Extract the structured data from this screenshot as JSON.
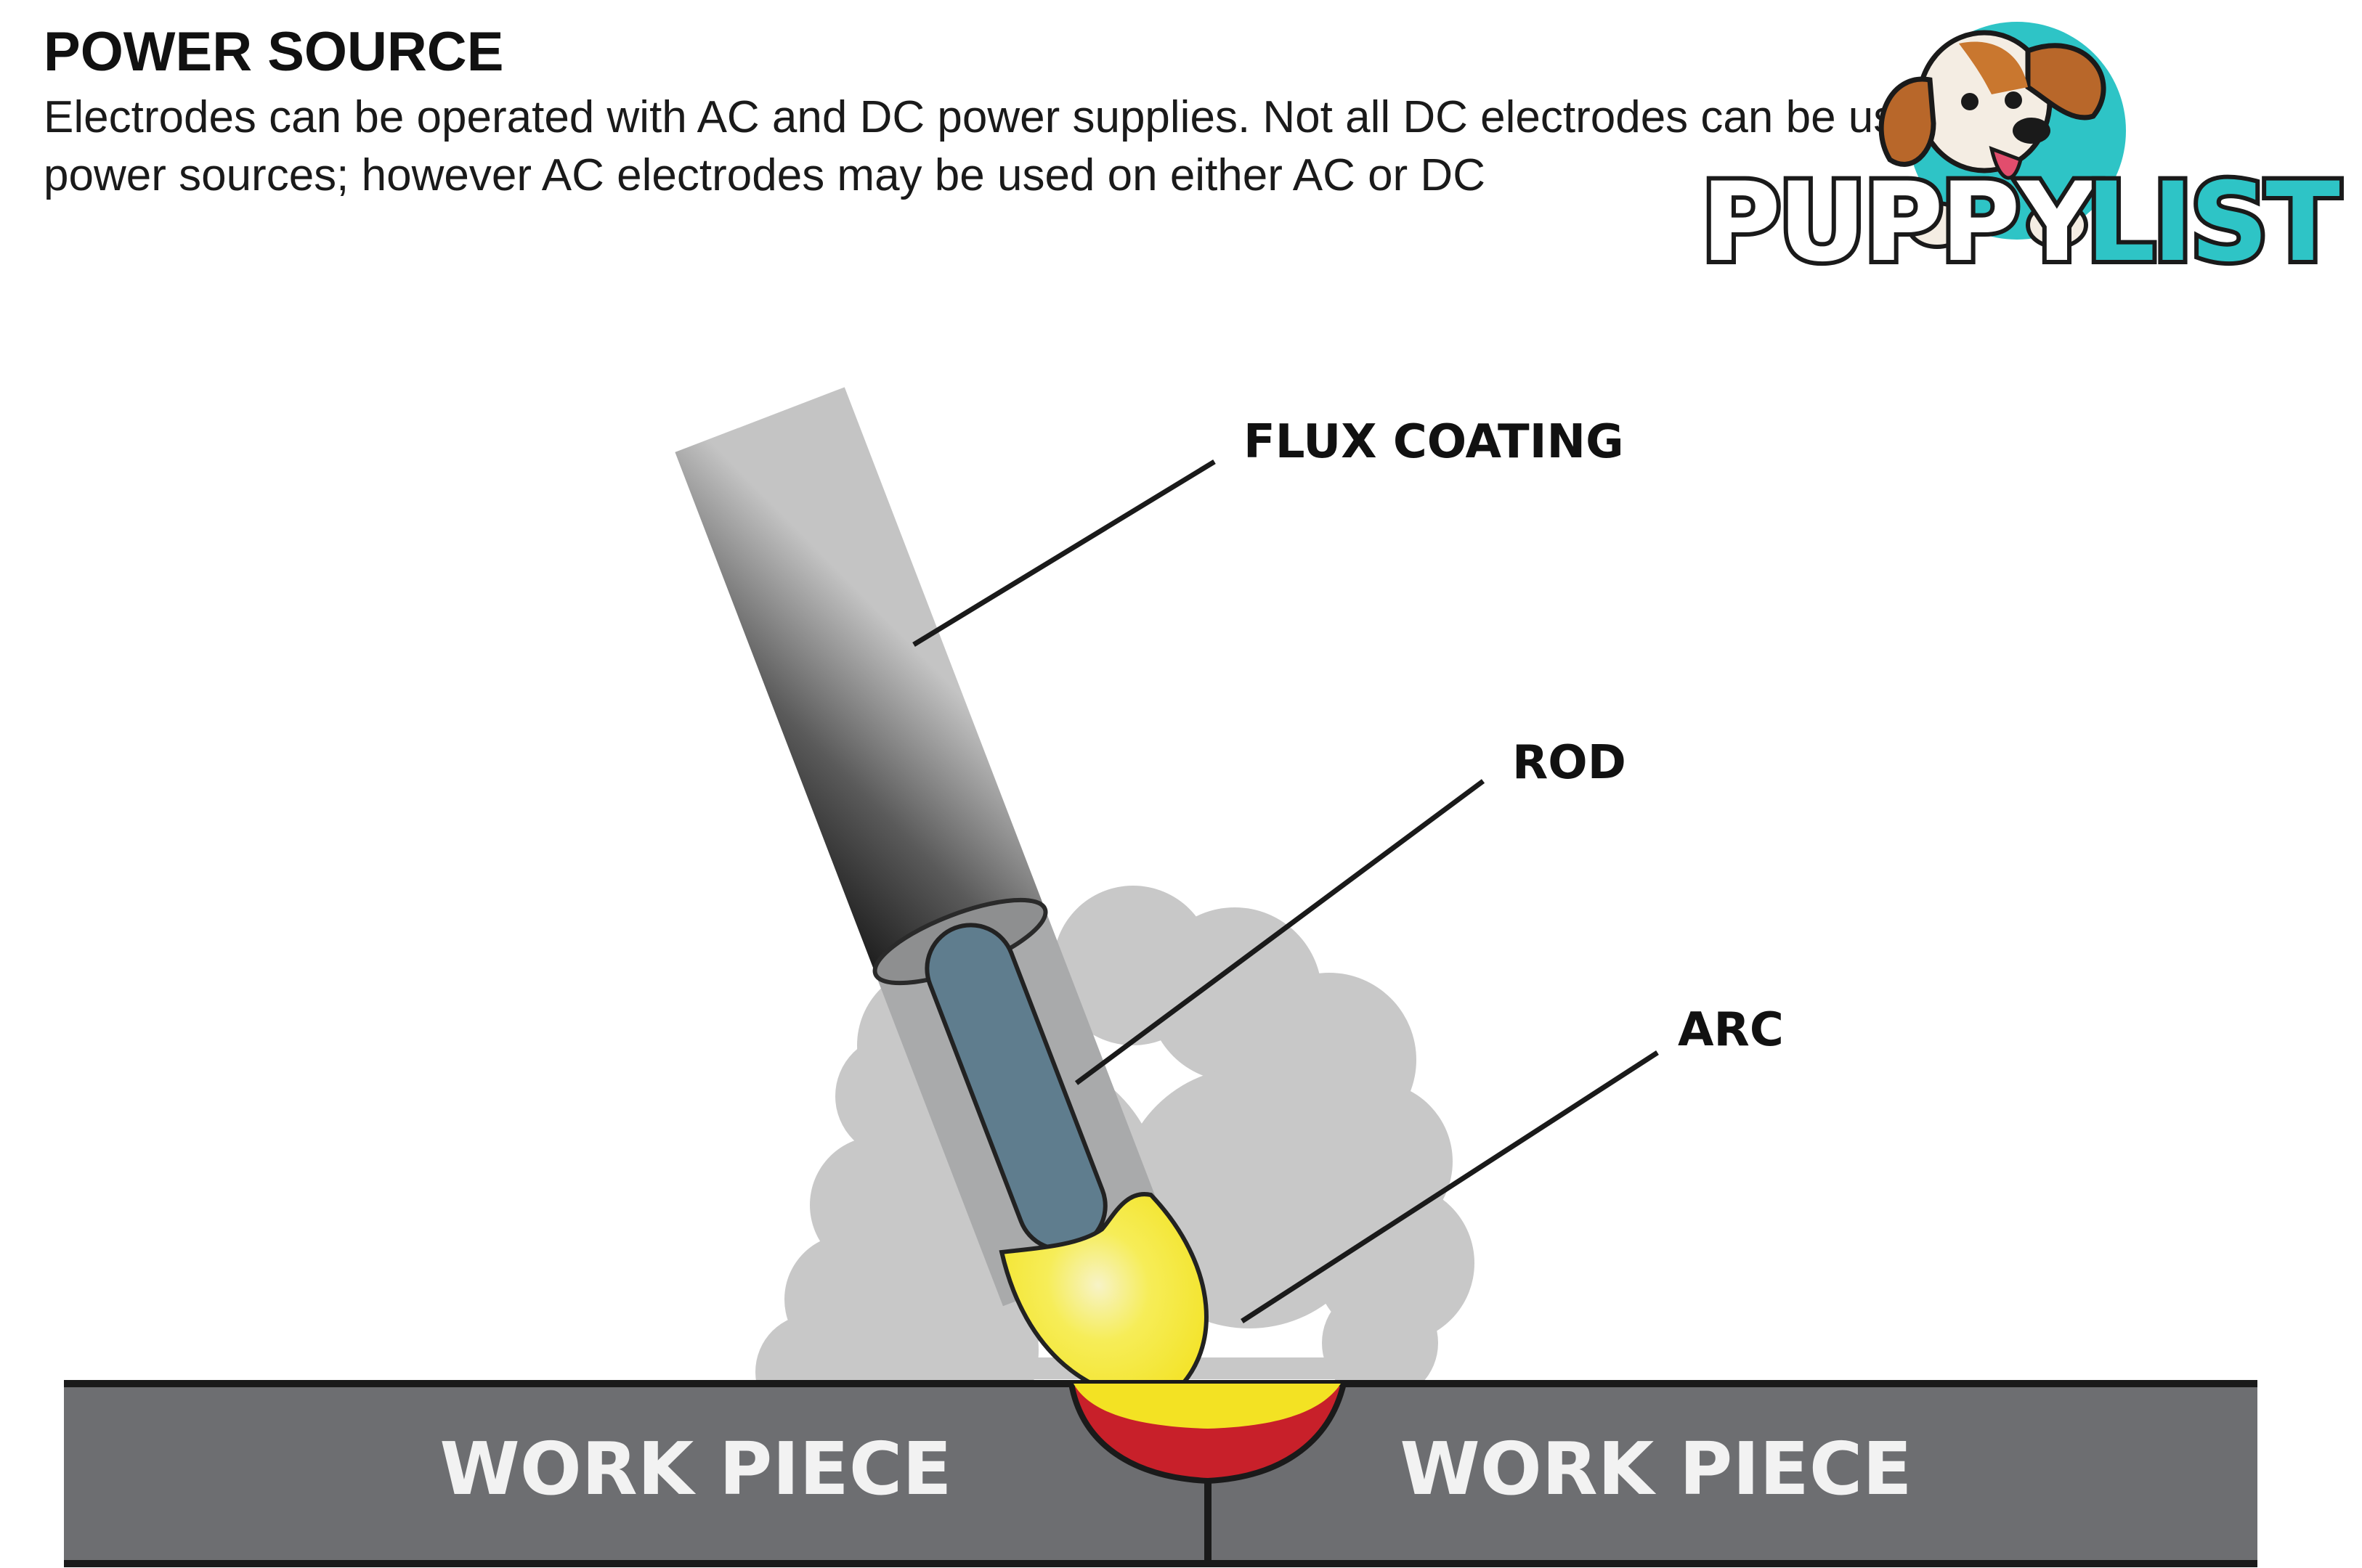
{
  "document": {
    "heading": "POWER SOURCE",
    "body_lines": [
      "Electrodes can be operated with AC and DC power supplies. Not all DC electrodes can be used on AC",
      "power sources; however AC electrodes may be used on either AC or DC"
    ]
  },
  "diagram": {
    "labels": {
      "flux_coating": "FLUX COATING",
      "rod": "ROD",
      "arc": "ARC",
      "work_piece_left": "WORK PIECE",
      "work_piece_right": "WORK PIECE"
    },
    "colors": {
      "flux_coating": "#4a4a4a",
      "rod": "#5f7d8e",
      "arc_glow": "#f5e631",
      "weld_pool": "#c8202a",
      "work_piece": "#6d6e71",
      "smoke": "#c9c9c9"
    }
  },
  "watermark": {
    "logo_text": "PUPPYLIST",
    "logo_part_1": "PUPPY",
    "logo_part_2": "LIST",
    "colors": {
      "teal": "#2ec4c6",
      "dark": "#1a1a1a",
      "dog_brown": "#b8672a"
    }
  }
}
